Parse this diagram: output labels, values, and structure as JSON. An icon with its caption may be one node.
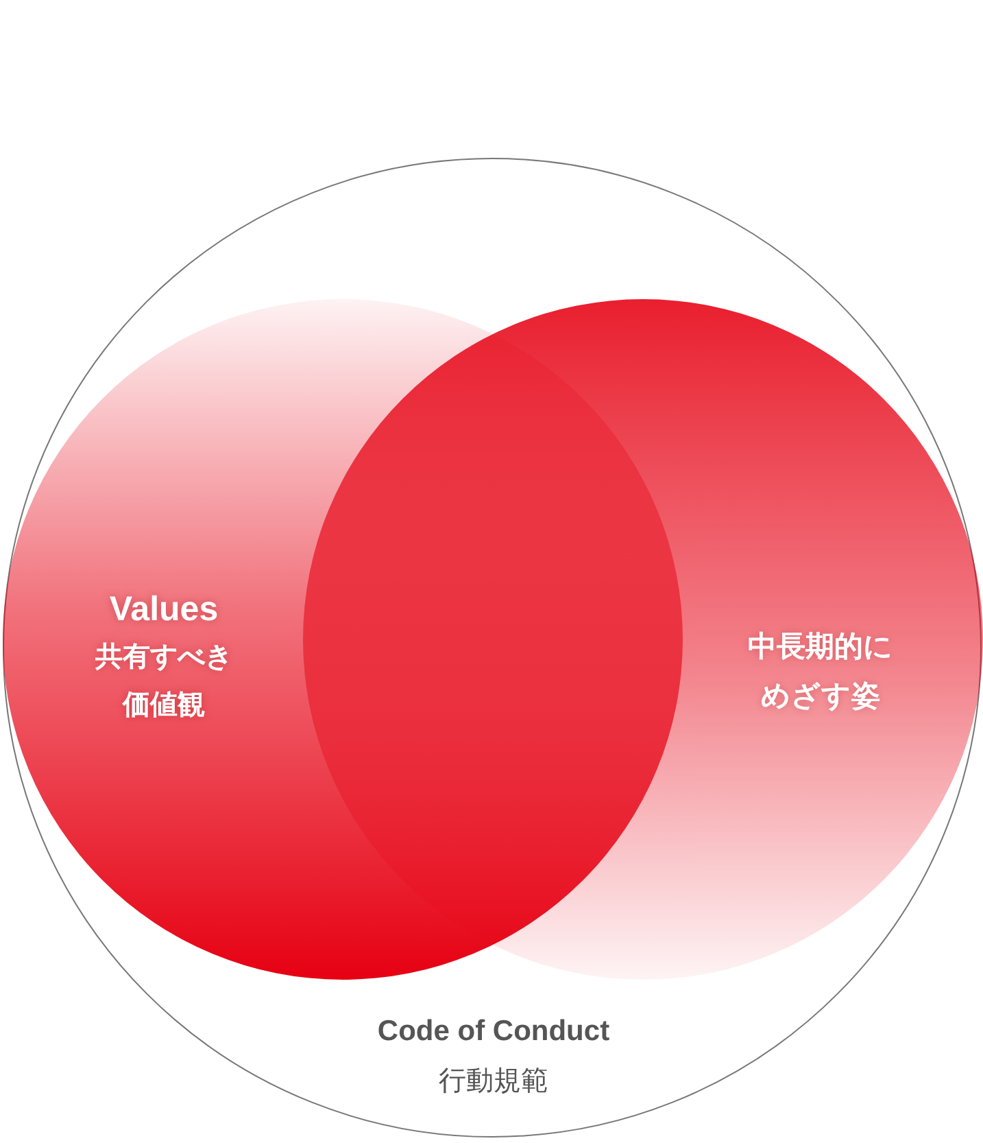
{
  "diagram": {
    "nodes": [
      {
        "text": [
          "Code of Conduct",
          "行動規範"
        ]
      },
      {
        "text": [
          "Values",
          "共有すべき価値観"
        ],
        "in": 0
      },
      {
        "text": [
          "中長期的にめざす姿"
        ],
        "in": 0
      }
    ]
  }
}
